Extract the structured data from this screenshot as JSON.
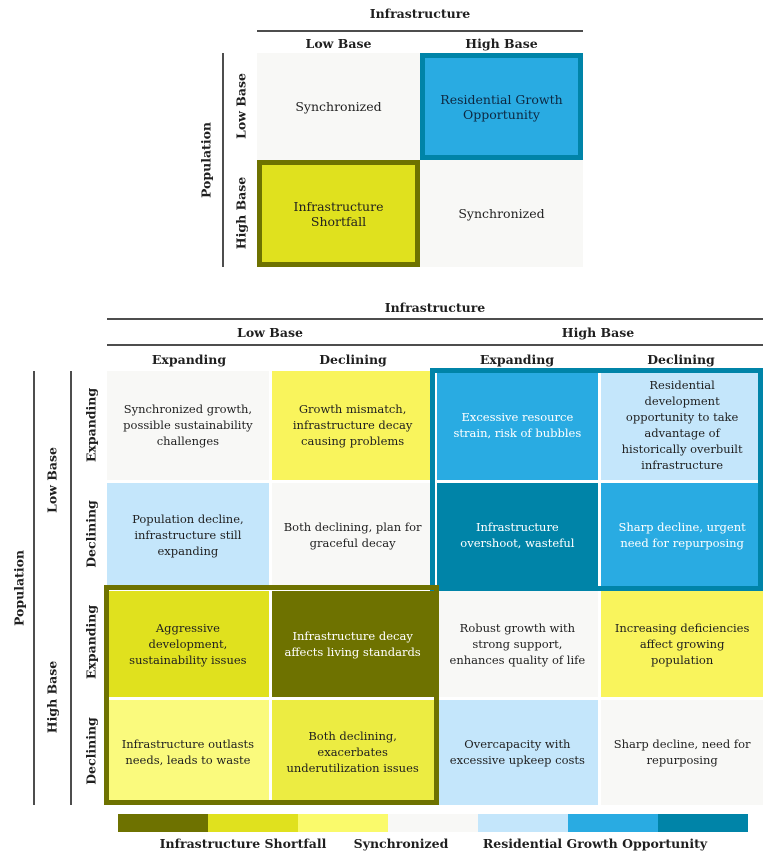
{
  "colors": {
    "olive": "#6E7200",
    "chartreuse": "#E0E11E",
    "yellow": "#F9F45C",
    "mid_yellow": "#ECEC42",
    "pale_yellow": "#FAFA7D",
    "near_white": "#F8F8F6",
    "light_blue": "#C4E6FB",
    "blue": "#29ABE2",
    "teal": "#0084A8",
    "dark_text": "#1f1f1f",
    "navy_text": "#0d2740",
    "white_text": "#ffffff"
  },
  "top_matrix": {
    "col_group_label": "Infrastructure",
    "row_group_label": "Population",
    "col_headers": [
      "Low Base",
      "High Base"
    ],
    "row_headers": [
      "Low Base",
      "High Base"
    ],
    "cells": [
      {
        "text": "Synchronized",
        "bg": "#F8F8F6",
        "fg": "#1f1f1f"
      },
      {
        "text": "Residential Growth Opportunity",
        "bg": "#29ABE2",
        "fg": "#0d2740",
        "border": "#0084A8"
      },
      {
        "text": "Infrastructure Shortfall",
        "bg": "#E0E11E",
        "fg": "#1f1f1f",
        "border": "#6E7200"
      },
      {
        "text": "Synchronized",
        "bg": "#F8F8F6",
        "fg": "#1f1f1f"
      }
    ]
  },
  "bottom_matrix": {
    "col_group_label": "Infrastructure",
    "row_group_label": "Population",
    "col_base_headers": [
      "Low Base",
      "High Base"
    ],
    "col_sub_headers": [
      "Expanding",
      "Declining",
      "Expanding",
      "Declining"
    ],
    "row_base_headers": [
      "Low Base",
      "High Base"
    ],
    "row_sub_headers": [
      "Expanding",
      "Declining",
      "Expanding",
      "Declining"
    ],
    "rows": [
      [
        {
          "text": "Synchronized growth, possible sustainability challenges",
          "bg": "#F8F8F6",
          "fg": "#1f1f1f"
        },
        {
          "text": "Growth mismatch, infrastructure decay causing problems",
          "bg": "#F9F45C",
          "fg": "#1f1f1f"
        },
        {
          "text": "Excessive resource strain, risk of bubbles",
          "bg": "#29ABE2",
          "fg": "#ffffff"
        },
        {
          "text": "Residential development opportunity to take advantage of historically overbuilt infrastructure",
          "bg": "#C4E6FB",
          "fg": "#1f1f1f"
        }
      ],
      [
        {
          "text": "Population decline, infrastructure still expanding",
          "bg": "#C4E6FB",
          "fg": "#1f1f1f"
        },
        {
          "text": "Both declining, plan for graceful decay",
          "bg": "#F8F8F6",
          "fg": "#1f1f1f"
        },
        {
          "text": "Infrastructure overshoot, wasteful",
          "bg": "#0084A8",
          "fg": "#ffffff"
        },
        {
          "text": "Sharp decline, urgent need for repurposing",
          "bg": "#29ABE2",
          "fg": "#ffffff"
        }
      ],
      [
        {
          "text": "Aggressive development, sustainability issues",
          "bg": "#E0E11E",
          "fg": "#1f1f1f"
        },
        {
          "text": "Infrastructure decay affects living standards",
          "bg": "#6E7200",
          "fg": "#ffffff"
        },
        {
          "text": "Robust growth with strong support, enhances quality of life",
          "bg": "#F8F8F6",
          "fg": "#1f1f1f"
        },
        {
          "text": "Increasing deficiencies affect growing population",
          "bg": "#F9F45C",
          "fg": "#1f1f1f"
        }
      ],
      [
        {
          "text": "Infrastructure outlasts needs, leads to waste",
          "bg": "#FAFA7D",
          "fg": "#1f1f1f"
        },
        {
          "text": "Both declining, exacerbates underutilization issues",
          "bg": "#ECEC42",
          "fg": "#1f1f1f"
        },
        {
          "text": "Overcapacity with excessive upkeep costs",
          "bg": "#C4E6FB",
          "fg": "#1f1f1f"
        },
        {
          "text": "Sharp decline, need for repurposing",
          "bg": "#F8F8F6",
          "fg": "#1f1f1f"
        }
      ]
    ],
    "quadrant_borders": {
      "high_base_infrastructure": "#0084A8",
      "high_base_population": "#6E7200"
    }
  },
  "legend": {
    "swatches": [
      "#6E7200",
      "#E0E11E",
      "#FAFA6B",
      "#F8F8F6",
      "#C4E6FB",
      "#29ABE2",
      "#0084A8"
    ],
    "labels": [
      "Infrastructure Shortfall",
      "Synchronized",
      "Residential Growth Opportunity"
    ]
  }
}
